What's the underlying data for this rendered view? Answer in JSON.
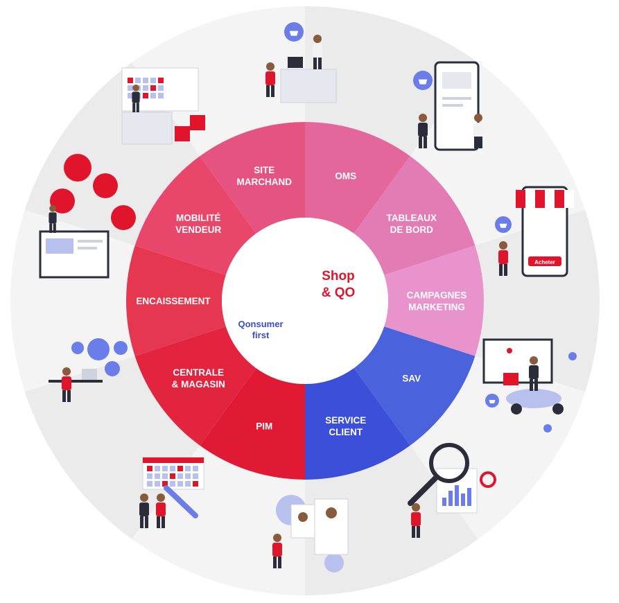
{
  "hub": {
    "shop_line1": "Shop",
    "shop_line2": "& QO",
    "qonsumer_line1": "Qonsumer",
    "qonsumer_line2": "first"
  },
  "segments": [
    {
      "key": "encaissement",
      "lines": [
        "ENCAISSEMENT"
      ],
      "color": "#e5374f",
      "group": "shop"
    },
    {
      "key": "mobilite-vendeur",
      "lines": [
        "MOBILITÉ",
        "VENDEUR"
      ],
      "color": "#e8466a",
      "group": "shop"
    },
    {
      "key": "site-marchand",
      "lines": [
        "SITE",
        "MARCHAND"
      ],
      "color": "#e55480",
      "group": "shop"
    },
    {
      "key": "oms",
      "lines": [
        "OMS"
      ],
      "color": "#e3679b",
      "group": "shop"
    },
    {
      "key": "tableaux-de-bord",
      "lines": [
        "TABLEAUX",
        "DE BORD"
      ],
      "color": "#e37cb4",
      "group": "shop"
    },
    {
      "key": "campagnes-marketing",
      "lines": [
        "CAMPAGNES",
        "MARKETING"
      ],
      "color": "#e893cc",
      "group": "qonsumer"
    },
    {
      "key": "sav",
      "lines": [
        "SAV"
      ],
      "color": "#4a63dc",
      "group": "qonsumer"
    },
    {
      "key": "service-client",
      "lines": [
        "SERVICE",
        "CLIENT"
      ],
      "color": "#3b4fd9",
      "group": "qonsumer"
    },
    {
      "key": "pim",
      "lines": [
        "PIM"
      ],
      "color": "#e01a35",
      "group": "shop"
    },
    {
      "key": "centrale-magasin",
      "lines": [
        "CENTRALE",
        "& MAGASIN"
      ],
      "color": "#e2243f",
      "group": "shop"
    }
  ],
  "illustrations": [
    {
      "key": "checkout-counter",
      "icon": "basket-icon"
    },
    {
      "key": "mobile-seller",
      "icon": "basket-icon"
    },
    {
      "key": "storefront-site",
      "button_label": "Acheter",
      "icon": "basket-icon"
    },
    {
      "key": "delivery-scooter",
      "icon": "map-pin-icon"
    },
    {
      "key": "dashboard-analytics",
      "icon": "magnifier-icon"
    },
    {
      "key": "marketing-profiles",
      "icon": "gear-icon"
    },
    {
      "key": "calendar-repair",
      "icon": "wrench-icon"
    },
    {
      "key": "support-agent",
      "icon": "question-icon"
    },
    {
      "key": "product-catalog",
      "icon": "cart-icon"
    },
    {
      "key": "hq-store",
      "icon": "calendar-icon"
    }
  ],
  "colors": {
    "outer_ring_light": "#f4f4f5",
    "outer_ring_dark": "#ebebec",
    "shop_red": "#e0152b",
    "qonsumer_blue": "#3a4bd6",
    "hub_white": "#ffffff"
  }
}
